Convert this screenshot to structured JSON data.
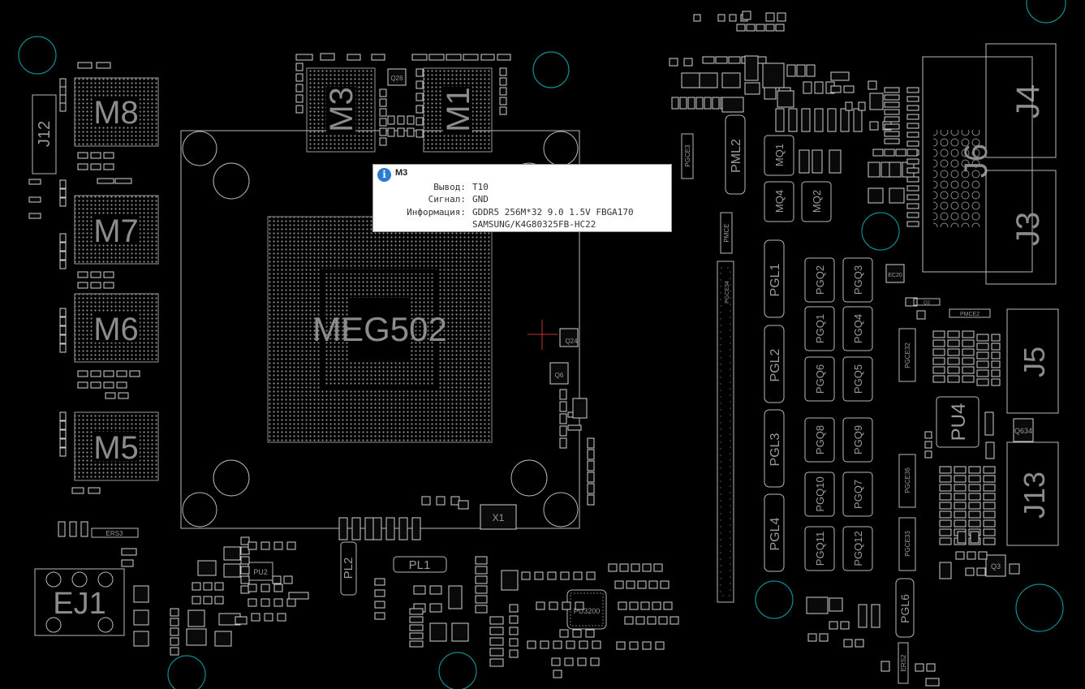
{
  "board": {
    "main_chip": "MEG502",
    "mem_chips": [
      "M8",
      "M7",
      "M6",
      "M5",
      "M3",
      "M1"
    ],
    "connectors": [
      "J4",
      "J6",
      "J3",
      "J5",
      "J13",
      "J12",
      "EJ1"
    ],
    "inductors": [
      "PGL1",
      "PGL2",
      "PGL3",
      "PGL4",
      "PGL6",
      "PML2",
      "PL1",
      "PL2"
    ],
    "mosfets_left": [
      "PGQ2",
      "PGQ1",
      "PGQ6",
      "PGQ8",
      "PGQ10",
      "PGQ11"
    ],
    "mosfets_right": [
      "PGQ3",
      "PGQ4",
      "PGQ5",
      "PGQ9",
      "PGQ7",
      "PGQ12"
    ],
    "mq": [
      "MQ1",
      "MQ4",
      "MQ2"
    ],
    "pu": [
      "PU4",
      "PU2",
      "PU3200"
    ],
    "misc": [
      "Q24",
      "Q6",
      "X1",
      "Q26",
      "ERS3",
      "PGCE3",
      "PMCE",
      "PMCE2",
      "EC20",
      "Q634",
      "Q3",
      "Q2",
      "PGCE32",
      "PGCE36",
      "ERS2",
      "PGCE33",
      "PGCE34"
    ]
  },
  "tooltip": {
    "title": "M3",
    "rows": [
      {
        "key": "Вывод:",
        "value": "T10"
      },
      {
        "key": "Сигнал:",
        "value": "GND"
      },
      {
        "key": "Информация:",
        "value": "GDDR5 256M*32 9.0 1.5V FBGA170"
      },
      {
        "key": "",
        "value": "SAMSUNG/K4G80325FB-HC22"
      }
    ],
    "icon": "info-icon"
  },
  "colors": {
    "background": "#000000",
    "outline": "#b9b9b9",
    "mounting_hole": "#0e8e93",
    "cursor": "#c0392b",
    "tooltip_icon": "#2b7bd3"
  }
}
